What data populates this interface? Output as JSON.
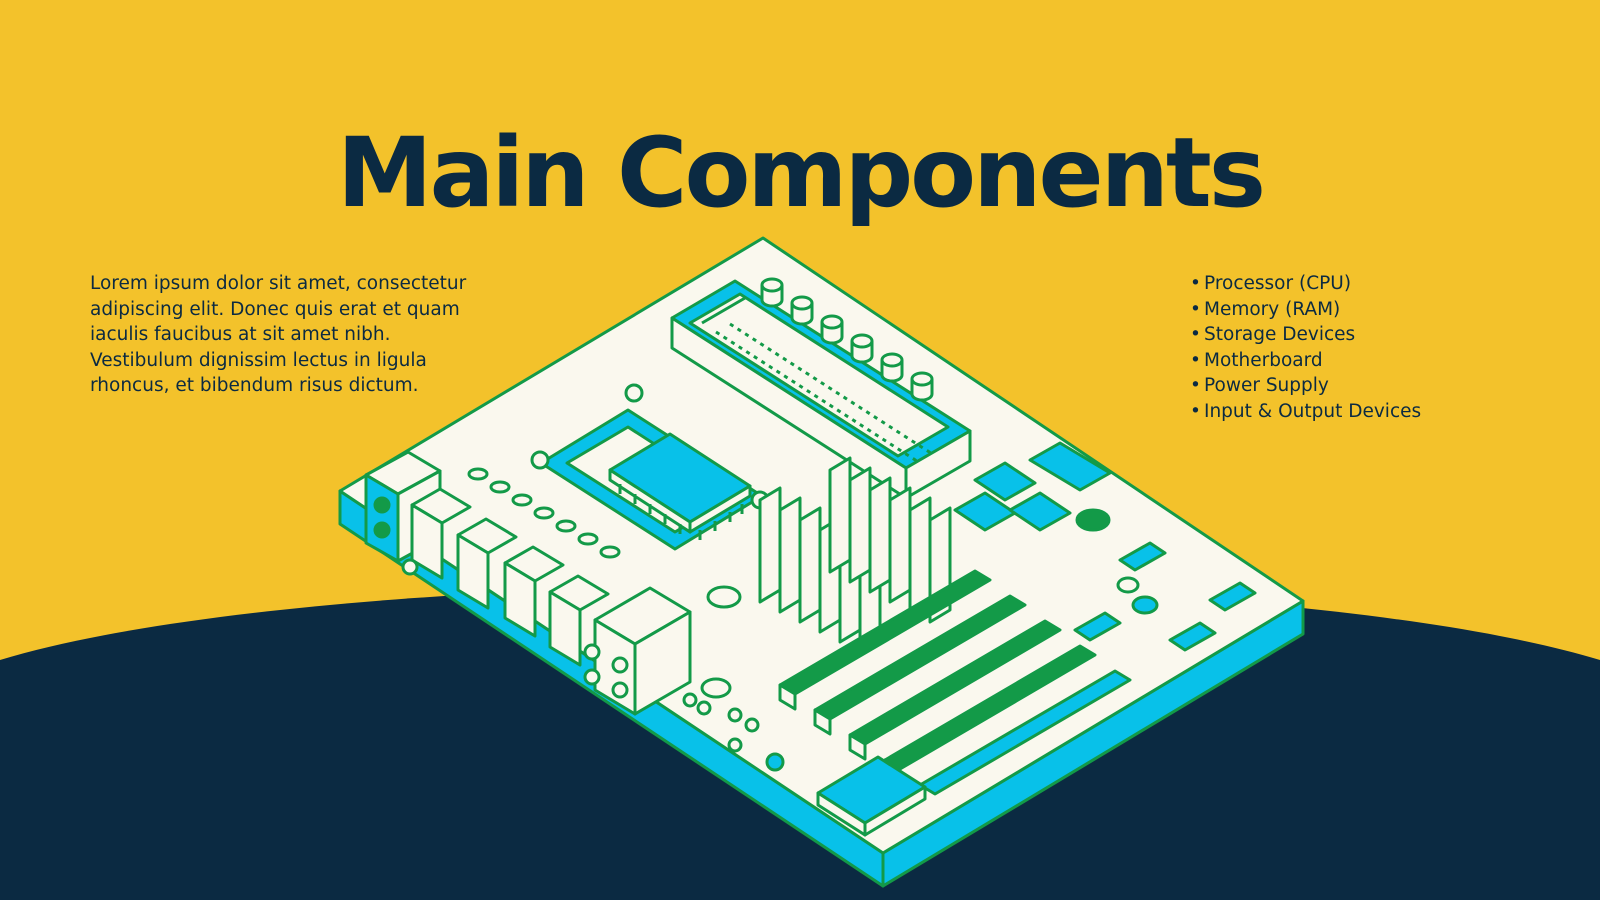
{
  "slide": {
    "title": "Main Components",
    "body_text": "Lorem ipsum dolor sit amet, consectetur adipiscing elit. Donec quis erat et quam iaculis faucibus at sit amet nibh. Vestibulum dignissim lectus in ligula rhoncus, et bibendum risus dictum.",
    "list_items": [
      "Processor (CPU)",
      "Memory (RAM)",
      "Storage Devices",
      "Motherboard",
      "Power Supply",
      "Input & Output Devices"
    ]
  },
  "colors": {
    "background_yellow": "#F3C22B",
    "navy": "#0B2A42",
    "board_cream": "#FAF8EE",
    "accent_green": "#139A48",
    "accent_cyan": "#08C1E9"
  },
  "illustration": {
    "icon": "motherboard-illustration"
  }
}
